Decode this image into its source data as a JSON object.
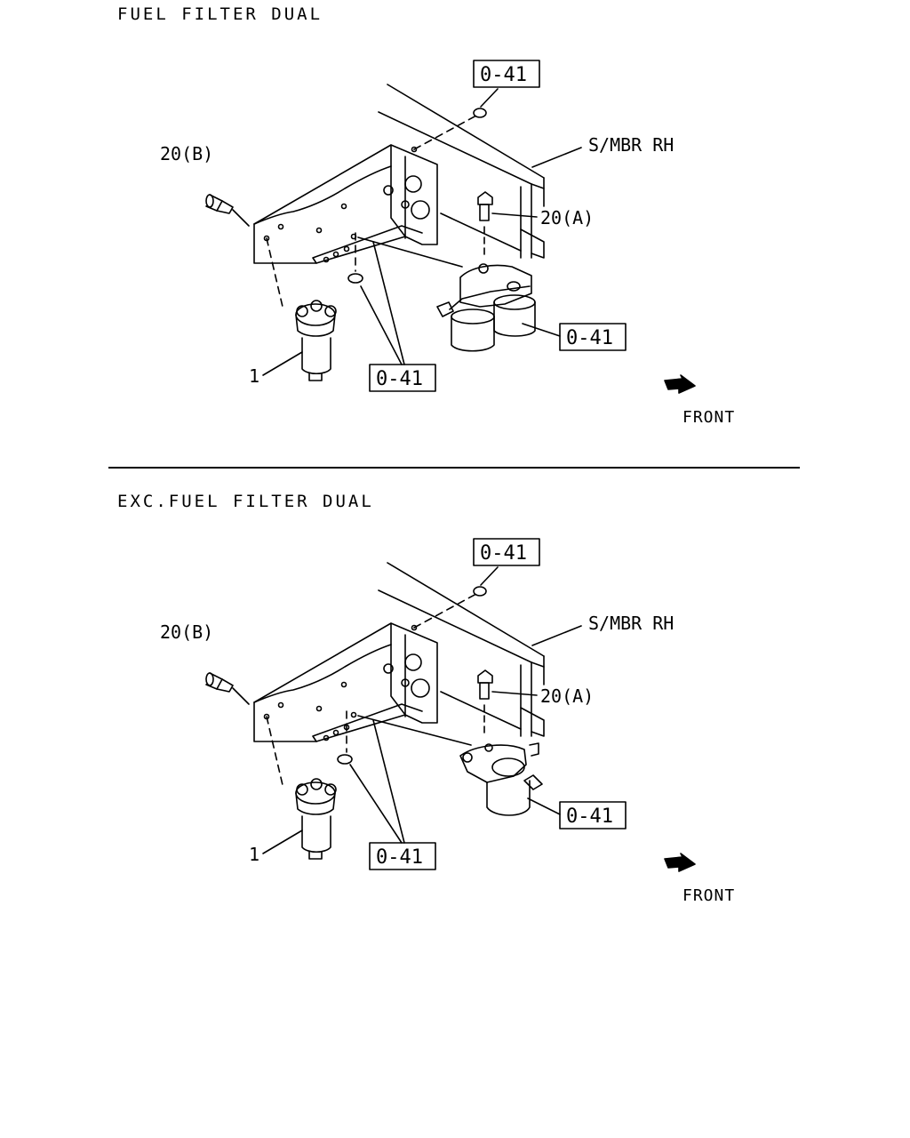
{
  "top": {
    "title": "FUEL FILTER DUAL",
    "labels": {
      "bolt_b": "20(B)",
      "bolt_a": "20(A)",
      "member": "S/MBR RH",
      "part_1": "1",
      "ref_top": "0-41",
      "ref_right": "0-41",
      "ref_bottom": "0-41",
      "front": "FRONT"
    }
  },
  "bottom": {
    "title": "EXC.FUEL FILTER DUAL",
    "labels": {
      "bolt_b": "20(B)",
      "bolt_a": "20(A)",
      "member": "S/MBR RH",
      "part_1": "1",
      "ref_top": "0-41",
      "ref_right": "0-41",
      "ref_bottom": "0-41",
      "front": "FRONT"
    }
  },
  "icons": [
    "front-arrow-icon",
    "bolt-icon",
    "nut-icon",
    "fuel-filter-icon",
    "bracket-icon"
  ]
}
